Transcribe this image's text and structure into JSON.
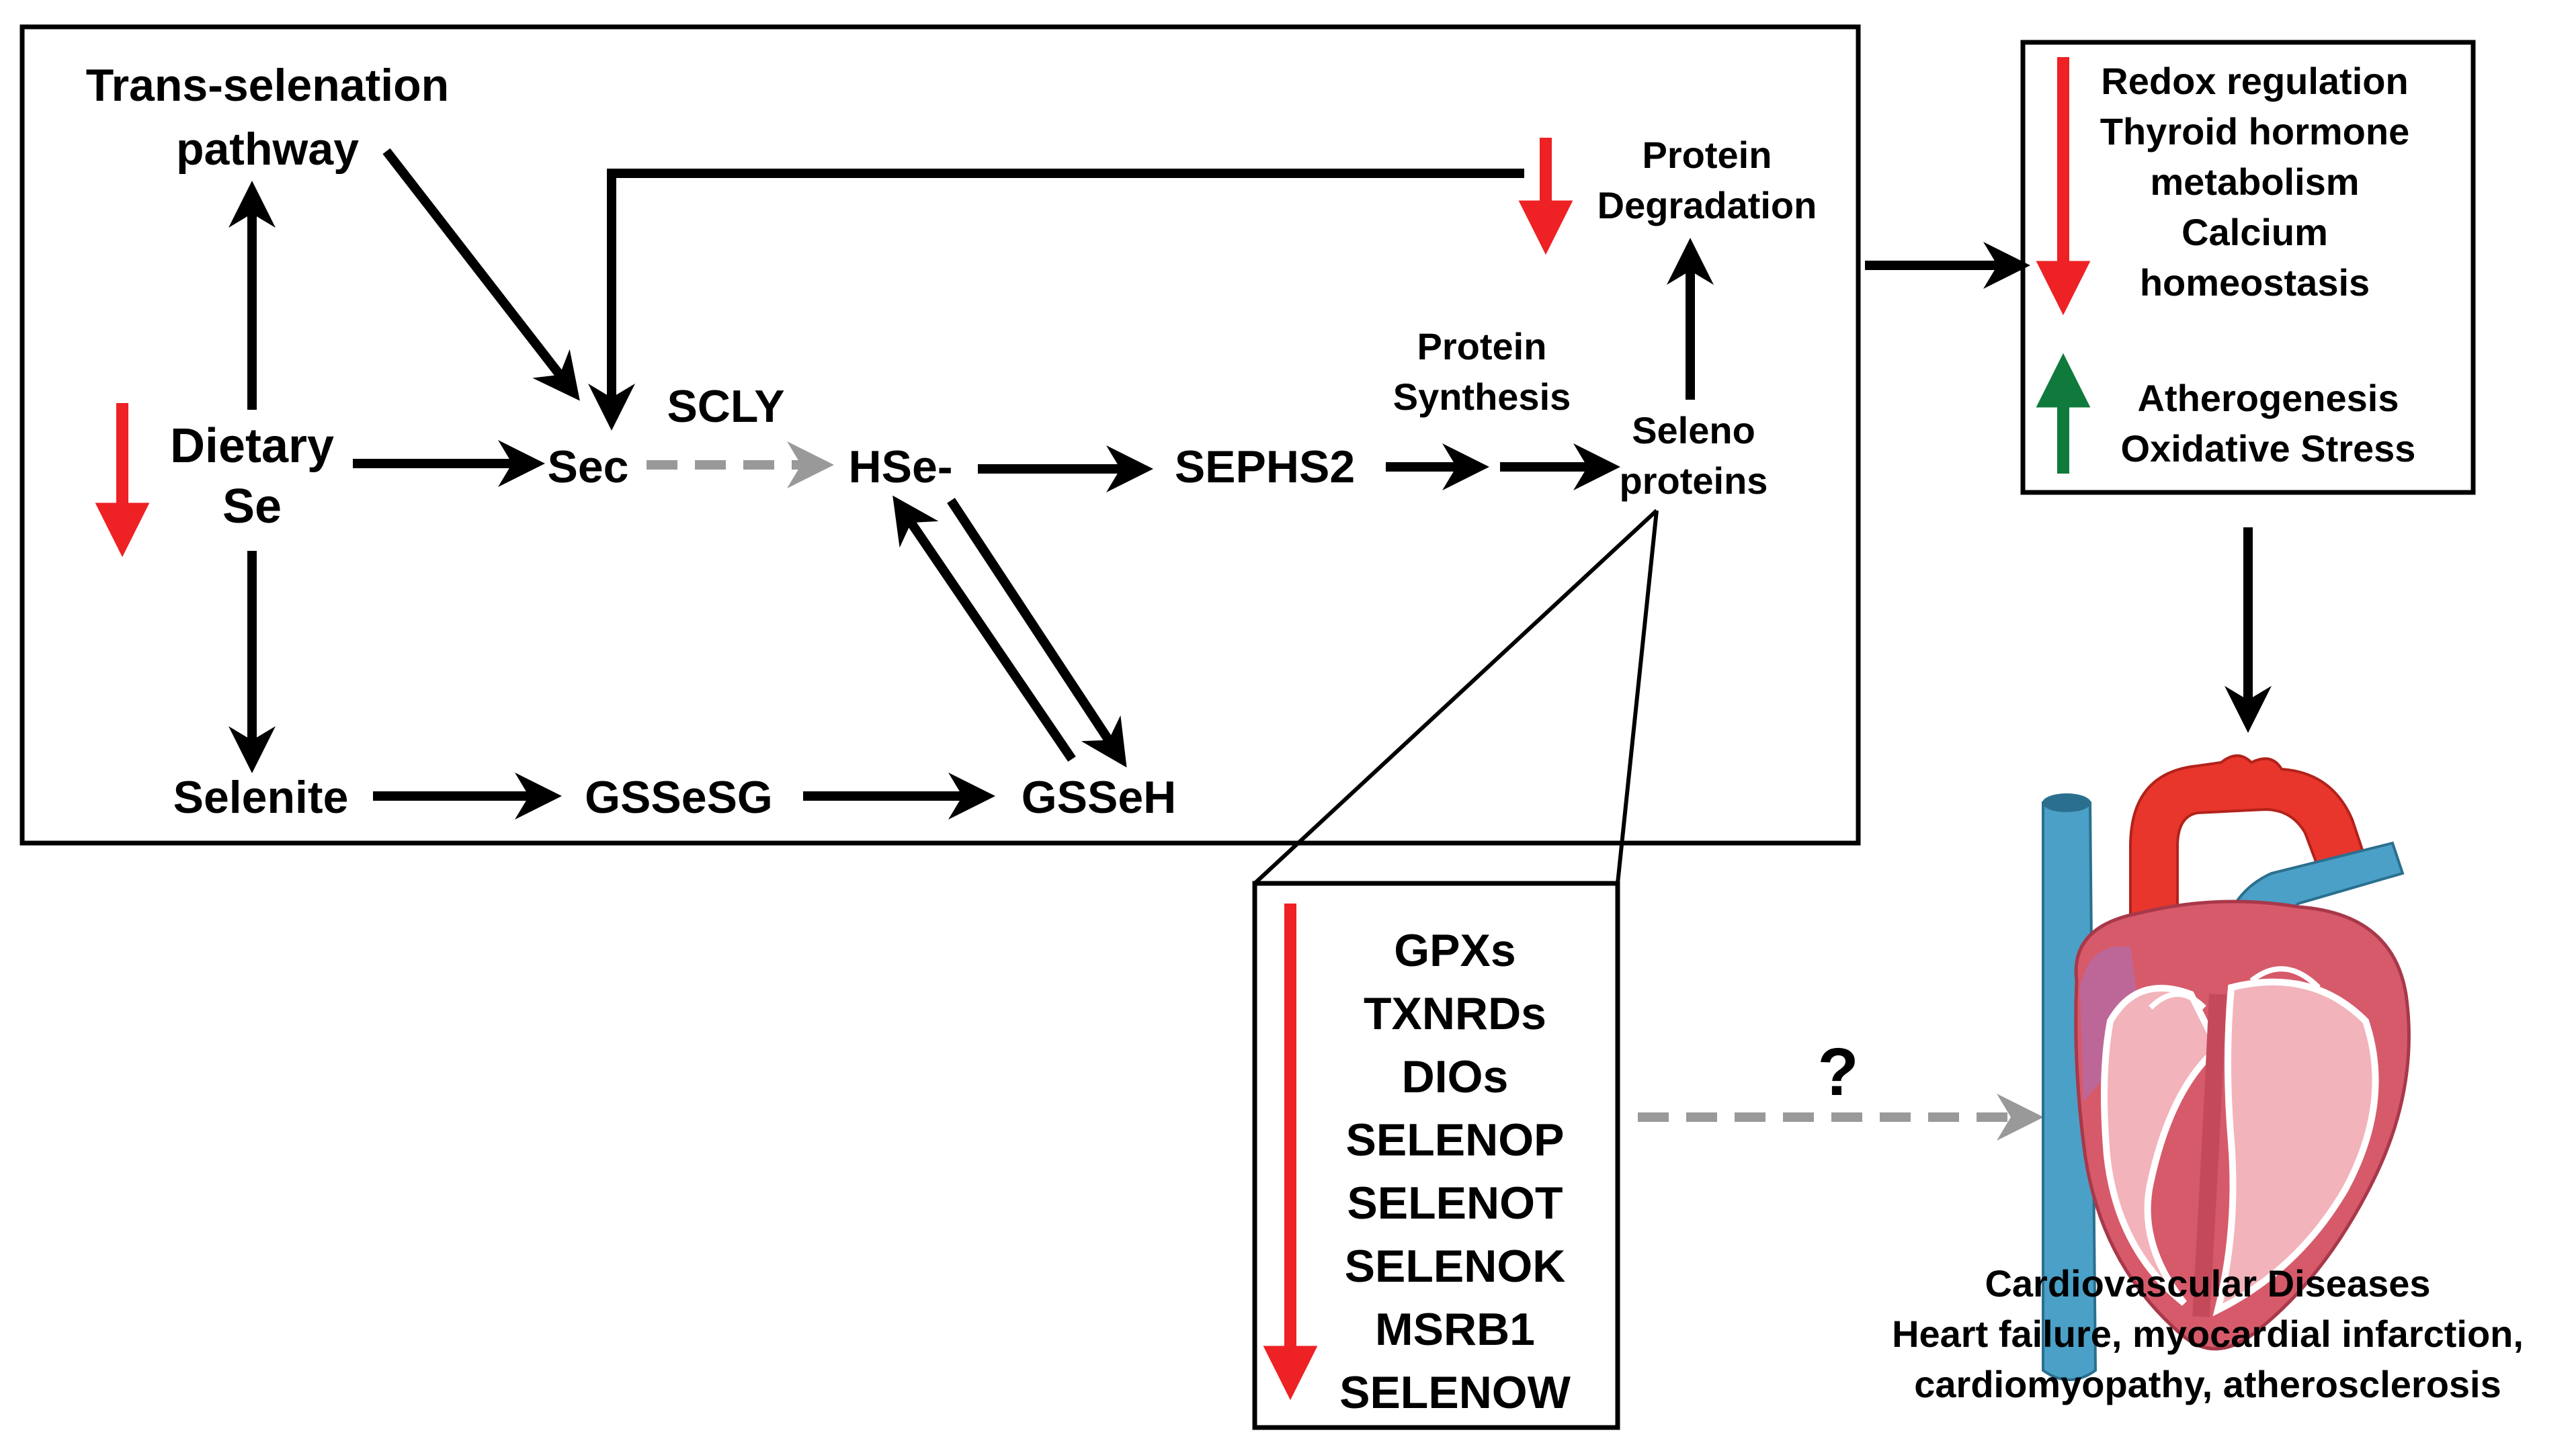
{
  "colors": {
    "arrow": "#000000",
    "dashed_arrow": "#999999",
    "decrease_arrow": "#ee2124",
    "increase_arrow": "#0f7a3c",
    "heart_red": "#e8362c",
    "vessel_blue": "#4aa0c6",
    "heart_pink": "#e89aa3"
  },
  "pathway": {
    "trans_selenation_line1": "Trans-selenation",
    "trans_selenation_line2": "pathway",
    "dietary_line1": "Dietary",
    "dietary_line2": "Se",
    "sec": "Sec",
    "scly": "SCLY",
    "hse": "HSe-",
    "sephs2": "SEPHS2",
    "protein_synthesis_line1": "Protein",
    "protein_synthesis_line2": "Synthesis",
    "selenoproteins_line1": "Seleno",
    "selenoproteins_line2": "proteins",
    "protein_degradation_line1": "Protein",
    "protein_degradation_line2": "Degradation",
    "selenite": "Selenite",
    "gssesg": "GSSeSG",
    "gsseh": "GSSeH"
  },
  "effects": {
    "decreased": [
      "Redox regulation",
      "Thyroid hormone",
      "metabolism",
      "Calcium",
      "homeostasis"
    ],
    "increased": [
      "Atherogenesis",
      "Oxidative Stress"
    ]
  },
  "selenoprotein_list": [
    "GPXs",
    "TXNRDs",
    "DIOs",
    "SELENOP",
    "SELENOT",
    "SELENOK",
    "MSRB1",
    "SELENOW"
  ],
  "unknown_link": "?",
  "outcome": {
    "title": "Cardiovascular Diseases",
    "line2": "Heart failure, myocardial infarction,",
    "line3": "cardiomyopathy, atherosclerosis"
  },
  "icons": [
    "heart-illustration",
    "decrease-arrow-icon",
    "increase-arrow-icon"
  ]
}
